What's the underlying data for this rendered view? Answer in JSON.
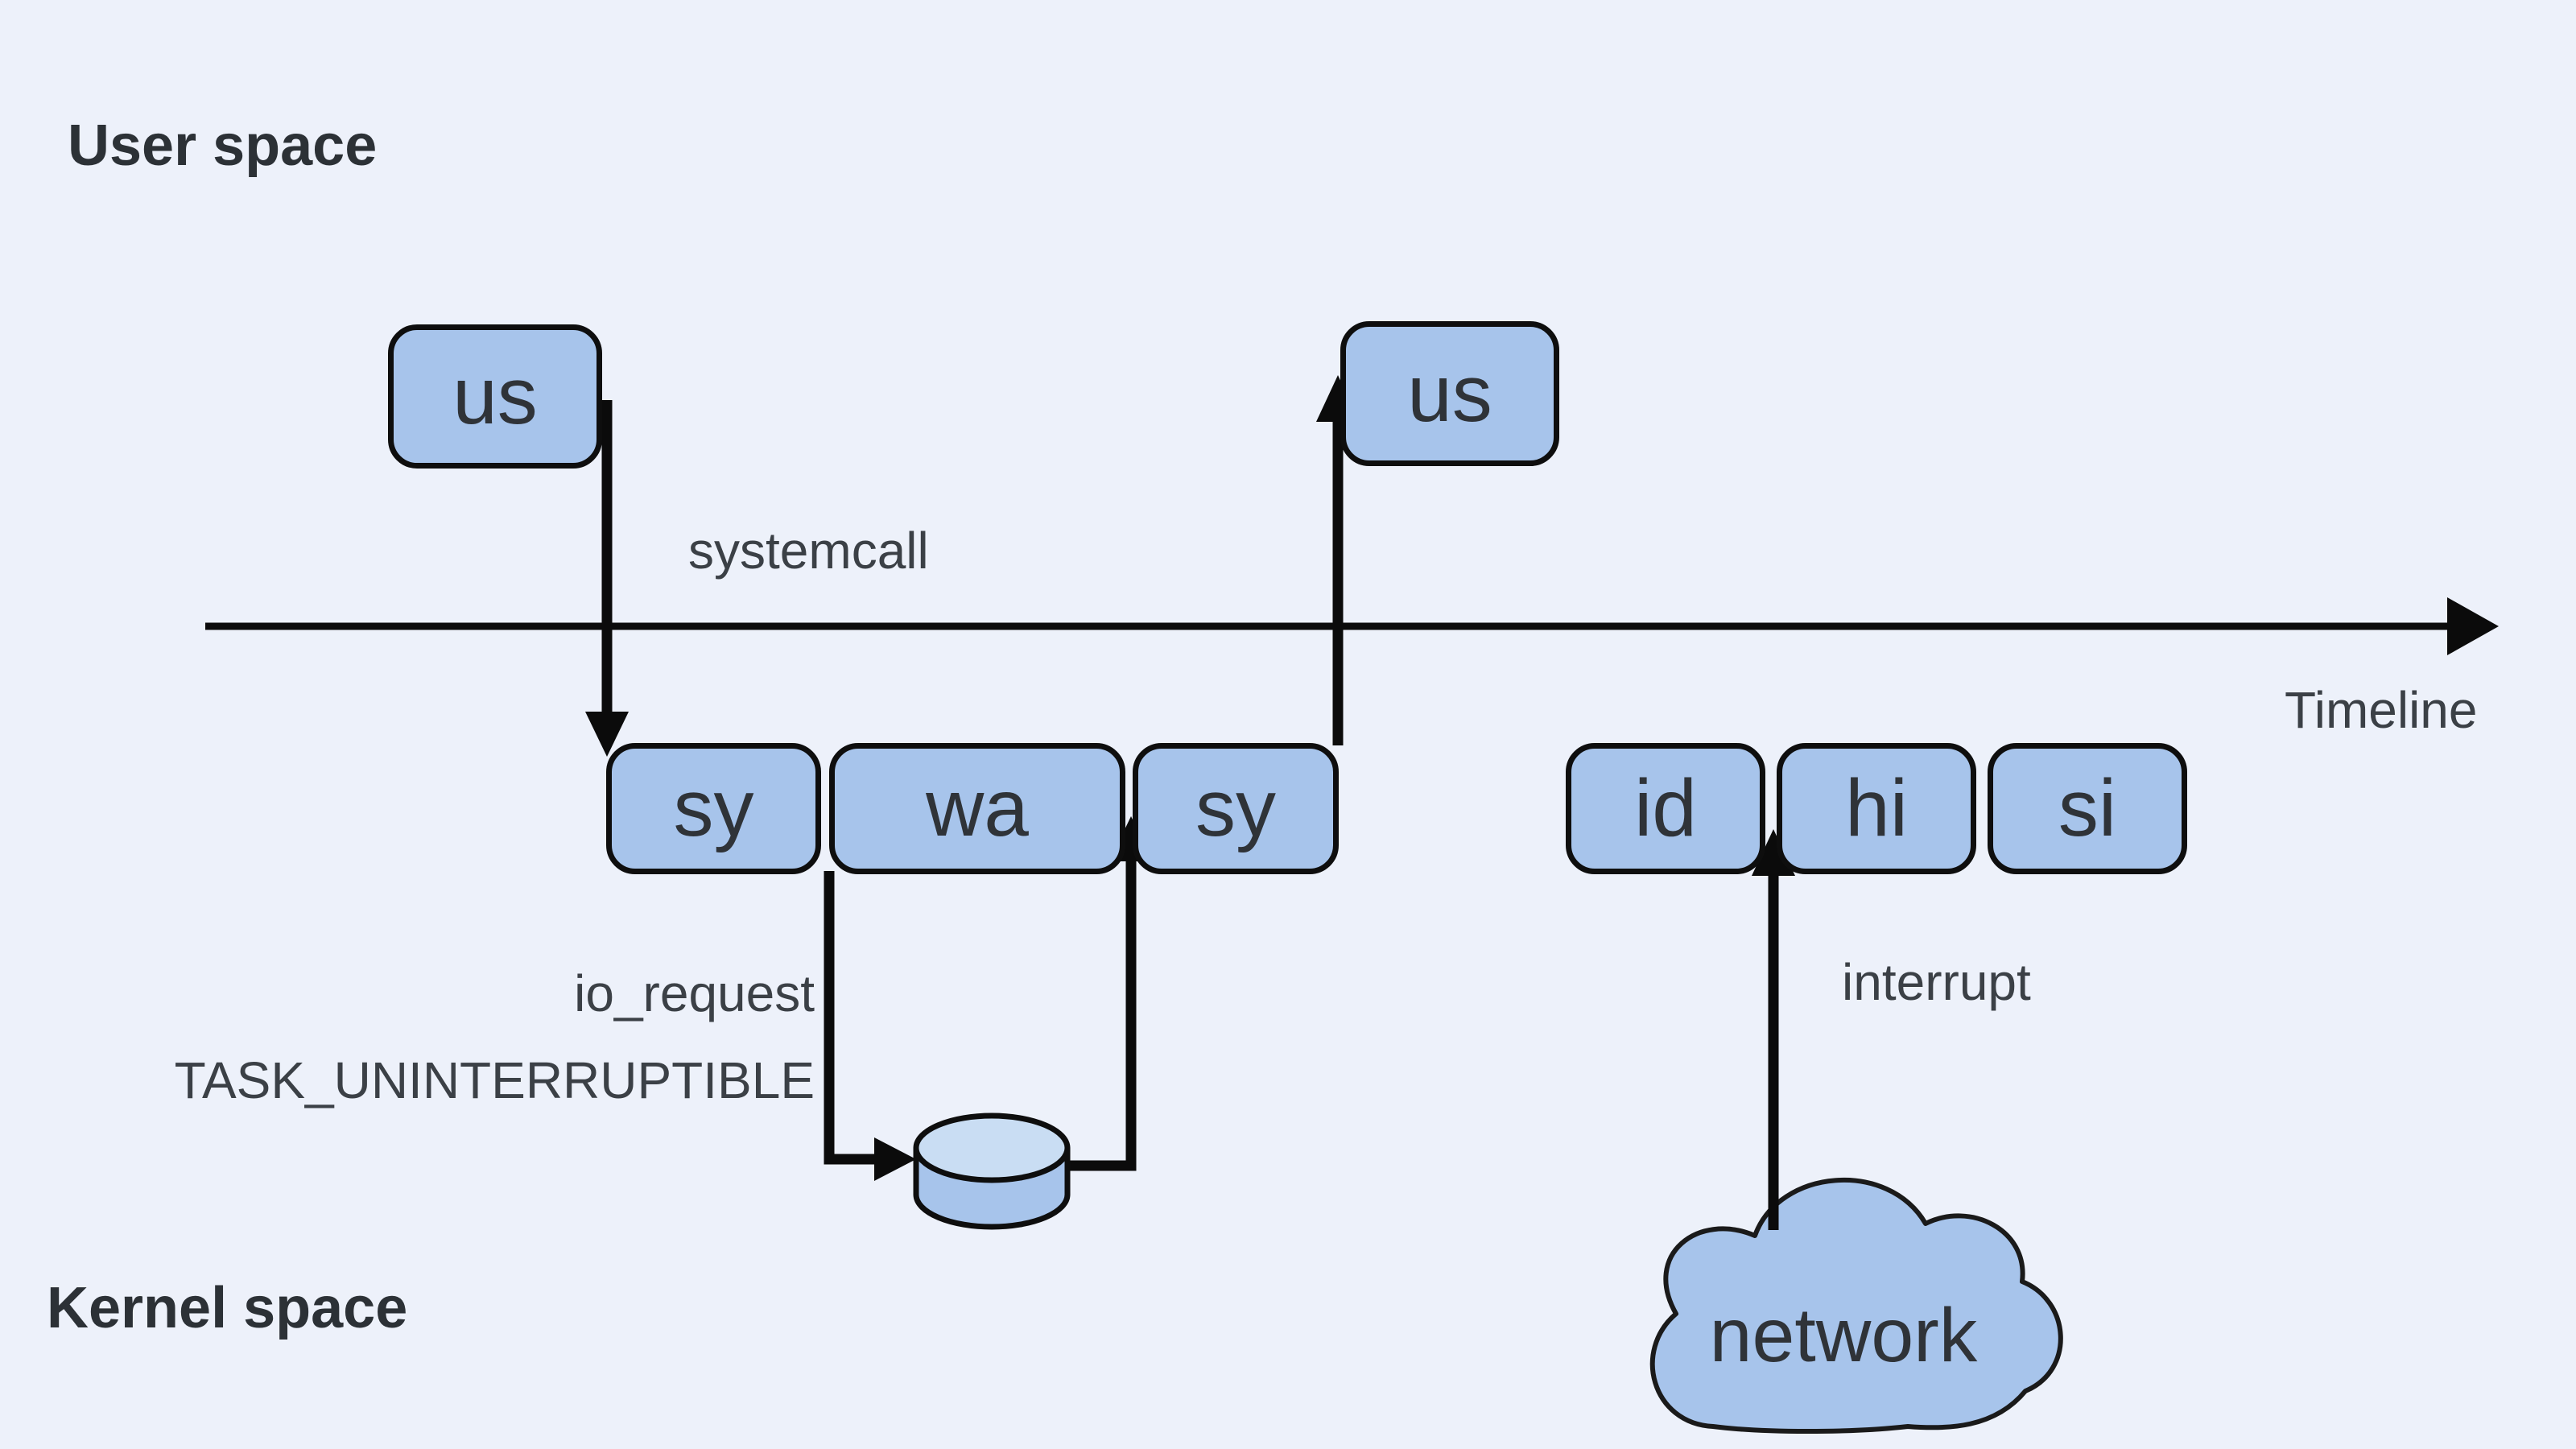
{
  "diagram": {
    "user_space_label": "User space",
    "kernel_space_label": "Kernel space",
    "timeline_label": "Timeline",
    "boxes": {
      "us1": "us",
      "us2": "us",
      "sy1": "sy",
      "wa": "wa",
      "sy2": "sy",
      "id": "id",
      "hi": "hi",
      "si": "si"
    },
    "annotations": {
      "systemcall": "systemcall",
      "io_request": "io_request",
      "task_state": "TASK_UNINTERRUPTIBLE",
      "interrupt": "interrupt"
    },
    "cloud_label": "network",
    "colors": {
      "background": "#edf1fa",
      "box_fill": "#a7c4eb",
      "box_border": "#0e0e0e",
      "cylinder_body_fill": "#a7c4eb",
      "cylinder_top_fill": "#c9ddf3",
      "cloud_fill": "#a7c4eb",
      "arrow": "#0b0b0b",
      "text_primary": "#2c3136",
      "text_annotation": "#3b4046"
    }
  }
}
